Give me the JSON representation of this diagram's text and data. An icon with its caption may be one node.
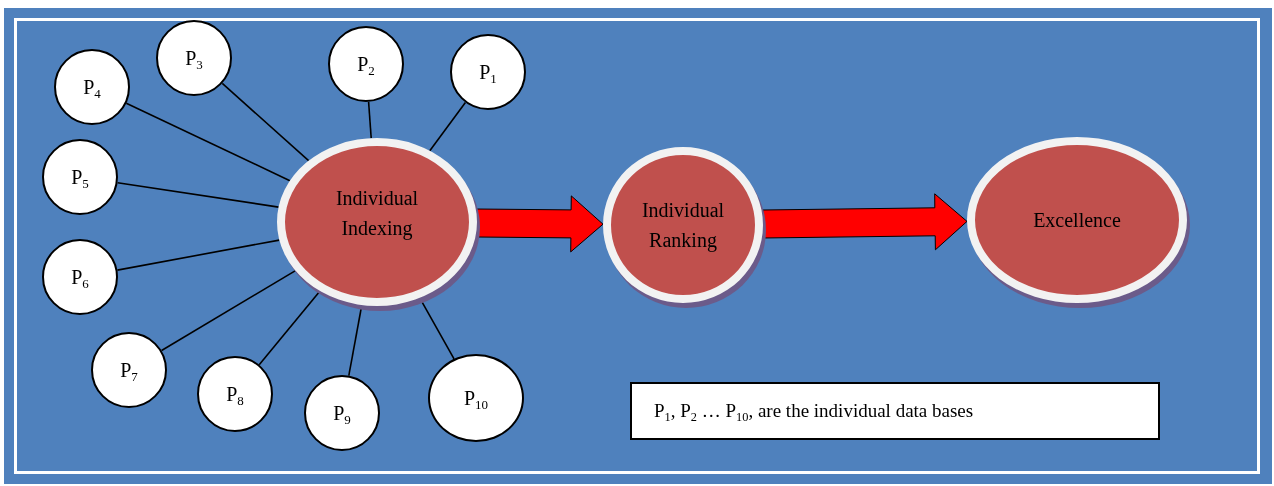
{
  "diagram": {
    "nodes": [
      {
        "text": [
          "Individual Indexing"
        ]
      },
      {
        "text": [
          "Individual Ranking"
        ]
      },
      {
        "text": [
          "Excellence"
        ]
      },
      {
        "text": [
          "P$_{1}$"
        ]
      },
      {
        "text": [
          "P$_{2}$"
        ]
      },
      {
        "text": [
          "P$_{3}$"
        ]
      },
      {
        "text": [
          "P$_{4}$"
        ]
      },
      {
        "text": [
          "P$_{5}$"
        ]
      },
      {
        "text": [
          "P$_{6}$"
        ]
      },
      {
        "text": [
          "P$_{7}$"
        ]
      },
      {
        "text": [
          "P$_{8}$"
        ]
      },
      {
        "text": [
          "P$_{9}$"
        ]
      },
      {
        "text": [
          "P$_{10}$"
        ]
      },
      {
        "text": [
          "P$_{1}$, P$_{2}$ … P$_{10}$, are the individual data bases"
        ]
      }
    ],
    "edges": [
      {
        "from": 3,
        "to": 0,
        "arrow": "none"
      },
      {
        "from": 4,
        "to": 0,
        "arrow": "none"
      },
      {
        "from": 5,
        "to": 0,
        "arrow": "none"
      },
      {
        "from": 6,
        "to": 0,
        "arrow": "none"
      },
      {
        "from": 7,
        "to": 0,
        "arrow": "none"
      },
      {
        "from": 8,
        "to": 0,
        "arrow": "none"
      },
      {
        "from": 9,
        "to": 0,
        "arrow": "none"
      },
      {
        "from": 10,
        "to": 0,
        "arrow": "none"
      },
      {
        "from": 11,
        "to": 0,
        "arrow": "none"
      },
      {
        "from": 12,
        "to": 0,
        "arrow": "none"
      },
      {
        "from": 0,
        "to": 1,
        "arrow": "to",
        "style": "thick",
        "color": "#ff0000"
      },
      {
        "from": 1,
        "to": 2,
        "arrow": "to",
        "style": "thick",
        "color": "#ff0000"
      }
    ]
  }
}
